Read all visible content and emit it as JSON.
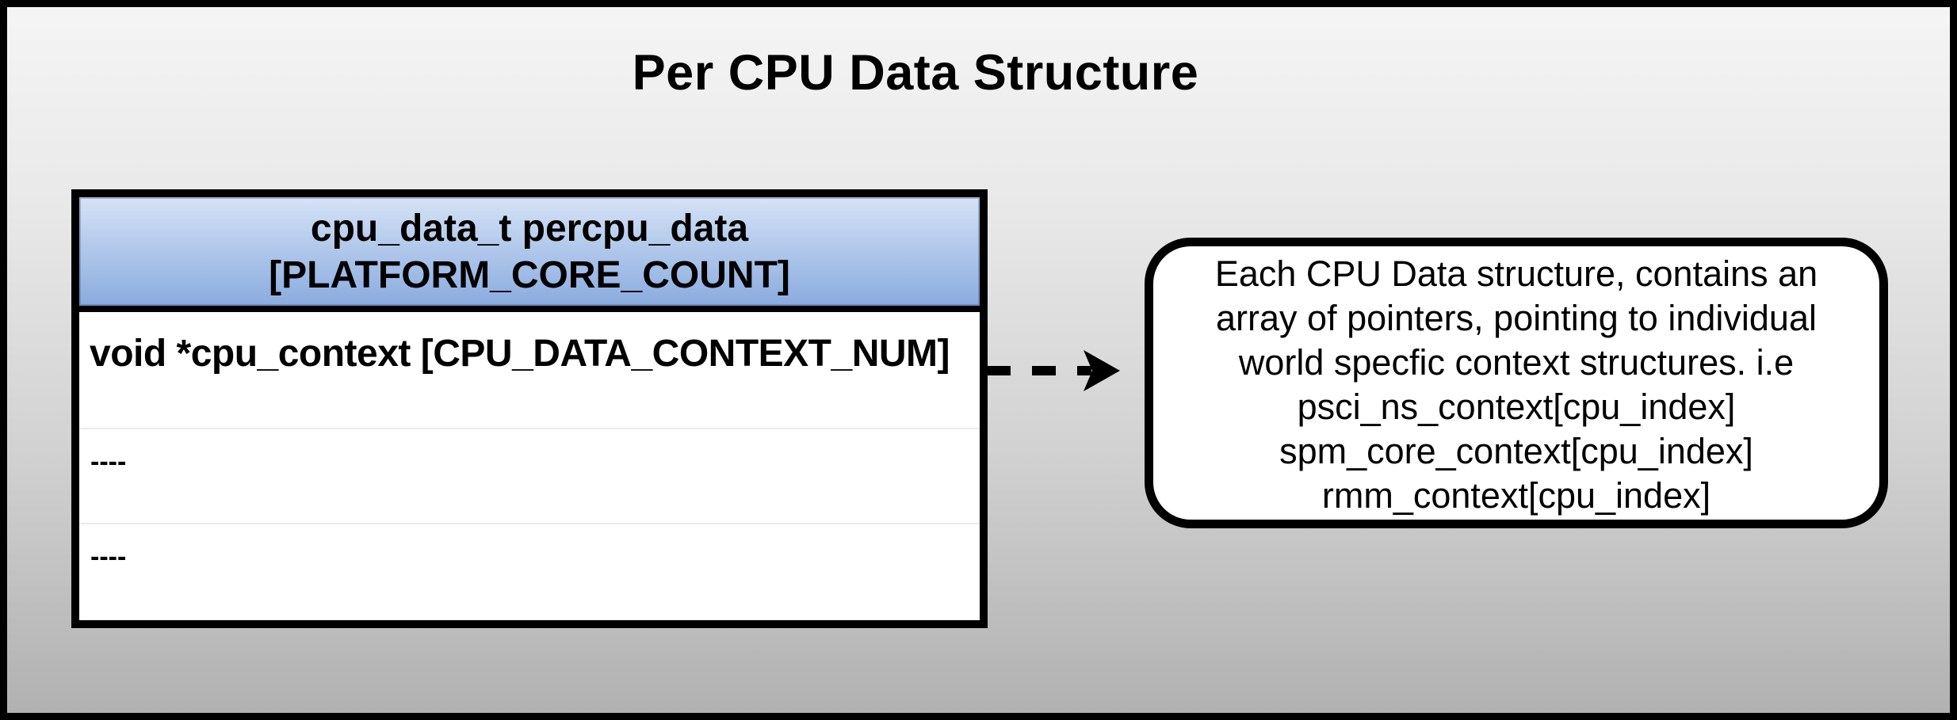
{
  "diagram": {
    "title": "Per CPU Data Structure",
    "struct_table": {
      "header": {
        "line1": "cpu_data_t percpu_data",
        "line2": "[PLATFORM_CORE_COUNT]"
      },
      "rows": [
        "void *cpu_context [CPU_DATA_CONTEXT_NUM]",
        "----",
        "----"
      ]
    },
    "annotation": {
      "lines": [
        "Each CPU Data structure, contains an",
        "array of pointers, pointing to individual",
        "world specfic context structures. i.e",
        "psci_ns_context[cpu_index]",
        "spm_core_context[cpu_index]",
        "rmm_context[cpu_index]"
      ]
    },
    "colors": {
      "header_gradient_top": "#cfdef4",
      "header_gradient_bottom": "#8aabdf",
      "background_top": "#f5f5f5",
      "background_bottom": "#b0b0b0",
      "border": "#000000"
    }
  }
}
